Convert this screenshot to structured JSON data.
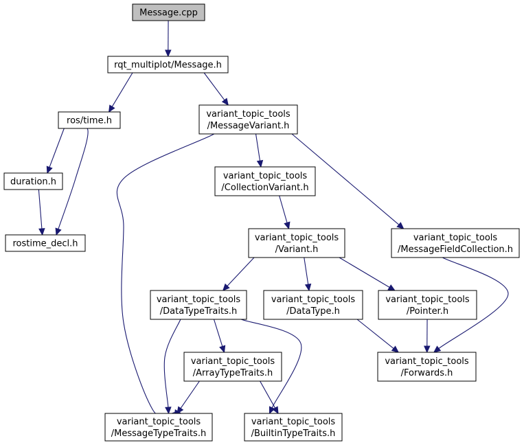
{
  "colors": {
    "edge": "#191970",
    "node_fill": "#ffffff",
    "root_fill": "#bfbfbf",
    "border": "#000000"
  },
  "nodes": [
    {
      "id": "message_cpp",
      "lines": [
        "Message.cpp"
      ],
      "root": true
    },
    {
      "id": "rqt_message_h",
      "lines": [
        "rqt_multiplot/Message.h"
      ]
    },
    {
      "id": "ros_time_h",
      "lines": [
        "ros/time.h"
      ]
    },
    {
      "id": "message_variant_h",
      "lines": [
        "variant_topic_tools",
        "/MessageVariant.h"
      ]
    },
    {
      "id": "duration_h",
      "lines": [
        "duration.h"
      ]
    },
    {
      "id": "rostime_decl_h",
      "lines": [
        "rostime_decl.h"
      ]
    },
    {
      "id": "collection_variant_h",
      "lines": [
        "variant_topic_tools",
        "/CollectionVariant.h"
      ]
    },
    {
      "id": "variant_h",
      "lines": [
        "variant_topic_tools",
        "/Variant.h"
      ]
    },
    {
      "id": "message_field_collection_h",
      "lines": [
        "variant_topic_tools",
        "/MessageFieldCollection.h"
      ]
    },
    {
      "id": "data_type_traits_h",
      "lines": [
        "variant_topic_tools",
        "/DataTypeTraits.h"
      ]
    },
    {
      "id": "data_type_h",
      "lines": [
        "variant_topic_tools",
        "/DataType.h"
      ]
    },
    {
      "id": "pointer_h",
      "lines": [
        "variant_topic_tools",
        "/Pointer.h"
      ]
    },
    {
      "id": "array_type_traits_h",
      "lines": [
        "variant_topic_tools",
        "/ArrayTypeTraits.h"
      ]
    },
    {
      "id": "forwards_h",
      "lines": [
        "variant_topic_tools",
        "/Forwards.h"
      ]
    },
    {
      "id": "message_type_traits_h",
      "lines": [
        "variant_topic_tools",
        "/MessageTypeTraits.h"
      ]
    },
    {
      "id": "builtin_type_traits_h",
      "lines": [
        "variant_topic_tools",
        "/BuiltinTypeTraits.h"
      ]
    }
  ],
  "edges": [
    {
      "from": "message_cpp",
      "to": "rqt_message_h"
    },
    {
      "from": "rqt_message_h",
      "to": "ros_time_h"
    },
    {
      "from": "rqt_message_h",
      "to": "message_variant_h"
    },
    {
      "from": "ros_time_h",
      "to": "duration_h"
    },
    {
      "from": "ros_time_h",
      "to": "rostime_decl_h"
    },
    {
      "from": "duration_h",
      "to": "rostime_decl_h"
    },
    {
      "from": "message_variant_h",
      "to": "message_type_traits_h"
    },
    {
      "from": "message_variant_h",
      "to": "collection_variant_h"
    },
    {
      "from": "message_variant_h",
      "to": "message_field_collection_h"
    },
    {
      "from": "collection_variant_h",
      "to": "variant_h"
    },
    {
      "from": "variant_h",
      "to": "data_type_traits_h"
    },
    {
      "from": "variant_h",
      "to": "data_type_h"
    },
    {
      "from": "variant_h",
      "to": "pointer_h"
    },
    {
      "from": "message_field_collection_h",
      "to": "forwards_h"
    },
    {
      "from": "data_type_traits_h",
      "to": "message_type_traits_h"
    },
    {
      "from": "data_type_traits_h",
      "to": "array_type_traits_h"
    },
    {
      "from": "data_type_traits_h",
      "to": "builtin_type_traits_h"
    },
    {
      "from": "data_type_h",
      "to": "forwards_h"
    },
    {
      "from": "pointer_h",
      "to": "forwards_h"
    },
    {
      "from": "array_type_traits_h",
      "to": "message_type_traits_h"
    },
    {
      "from": "array_type_traits_h",
      "to": "builtin_type_traits_h"
    }
  ]
}
